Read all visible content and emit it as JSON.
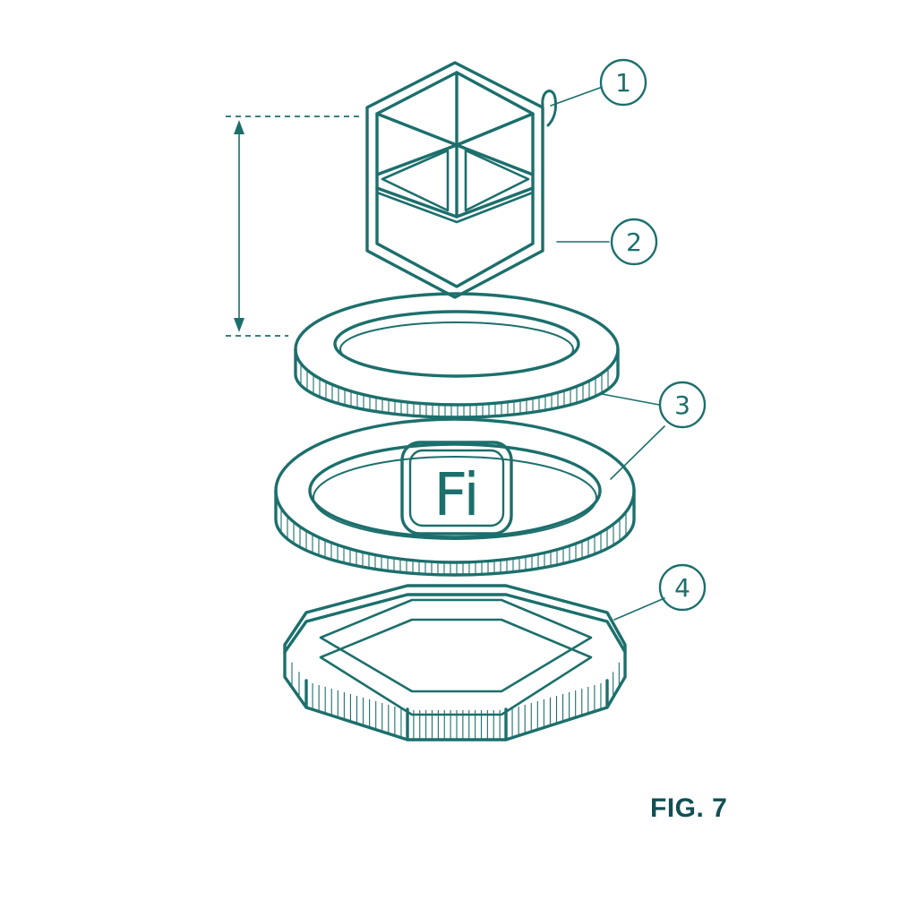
{
  "figure": {
    "label": "FIG. 7"
  },
  "callouts": [
    {
      "number": "1"
    },
    {
      "number": "2"
    },
    {
      "number": "3"
    },
    {
      "number": "4"
    }
  ],
  "logo": {
    "text": "Fi"
  },
  "colors": {
    "line": "#1c6f6c",
    "label": "#124f54",
    "background": "#ffffff"
  }
}
